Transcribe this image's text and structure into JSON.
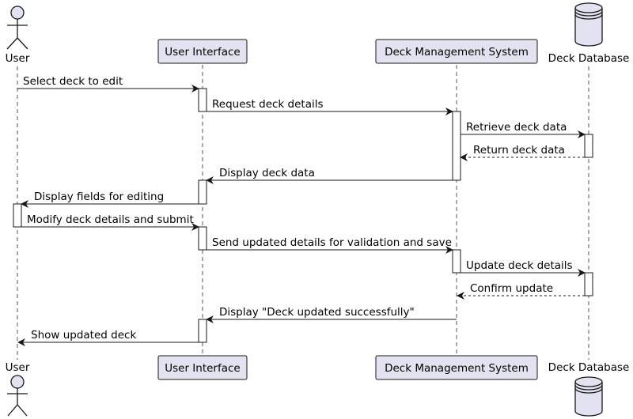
{
  "participants": [
    {
      "id": "user",
      "label": "User",
      "kind": "actor"
    },
    {
      "id": "ui",
      "label": "User Interface",
      "kind": "participant"
    },
    {
      "id": "dms",
      "label": "Deck Management System",
      "kind": "participant"
    },
    {
      "id": "db",
      "label": "Deck Database",
      "kind": "database"
    }
  ],
  "messages": [
    {
      "from": "user",
      "to": "ui",
      "label": "Select deck to edit",
      "style": "solid"
    },
    {
      "from": "ui",
      "to": "dms",
      "label": "Request deck details",
      "style": "solid"
    },
    {
      "from": "dms",
      "to": "db",
      "label": "Retrieve deck data",
      "style": "solid"
    },
    {
      "from": "db",
      "to": "dms",
      "label": "Return deck data",
      "style": "dashed"
    },
    {
      "from": "dms",
      "to": "ui",
      "label": "Display deck data",
      "style": "solid"
    },
    {
      "from": "ui",
      "to": "user",
      "label": "Display fields for editing",
      "style": "solid"
    },
    {
      "from": "user",
      "to": "ui",
      "label": "Modify deck details and submit",
      "style": "solid"
    },
    {
      "from": "ui",
      "to": "dms",
      "label": "Send updated details for validation and save",
      "style": "solid"
    },
    {
      "from": "dms",
      "to": "db",
      "label": "Update deck details",
      "style": "solid"
    },
    {
      "from": "db",
      "to": "dms",
      "label": "Confirm update",
      "style": "dashed"
    },
    {
      "from": "dms",
      "to": "ui",
      "label": "Display \"Deck updated successfully\"",
      "style": "solid"
    },
    {
      "from": "ui",
      "to": "user",
      "label": "Show updated deck",
      "style": "solid"
    }
  ],
  "colors": {
    "box_fill": "#e2e2f0",
    "box_stroke": "#181818",
    "lifeline": "#555555",
    "activation_fill": "#ffffff"
  }
}
